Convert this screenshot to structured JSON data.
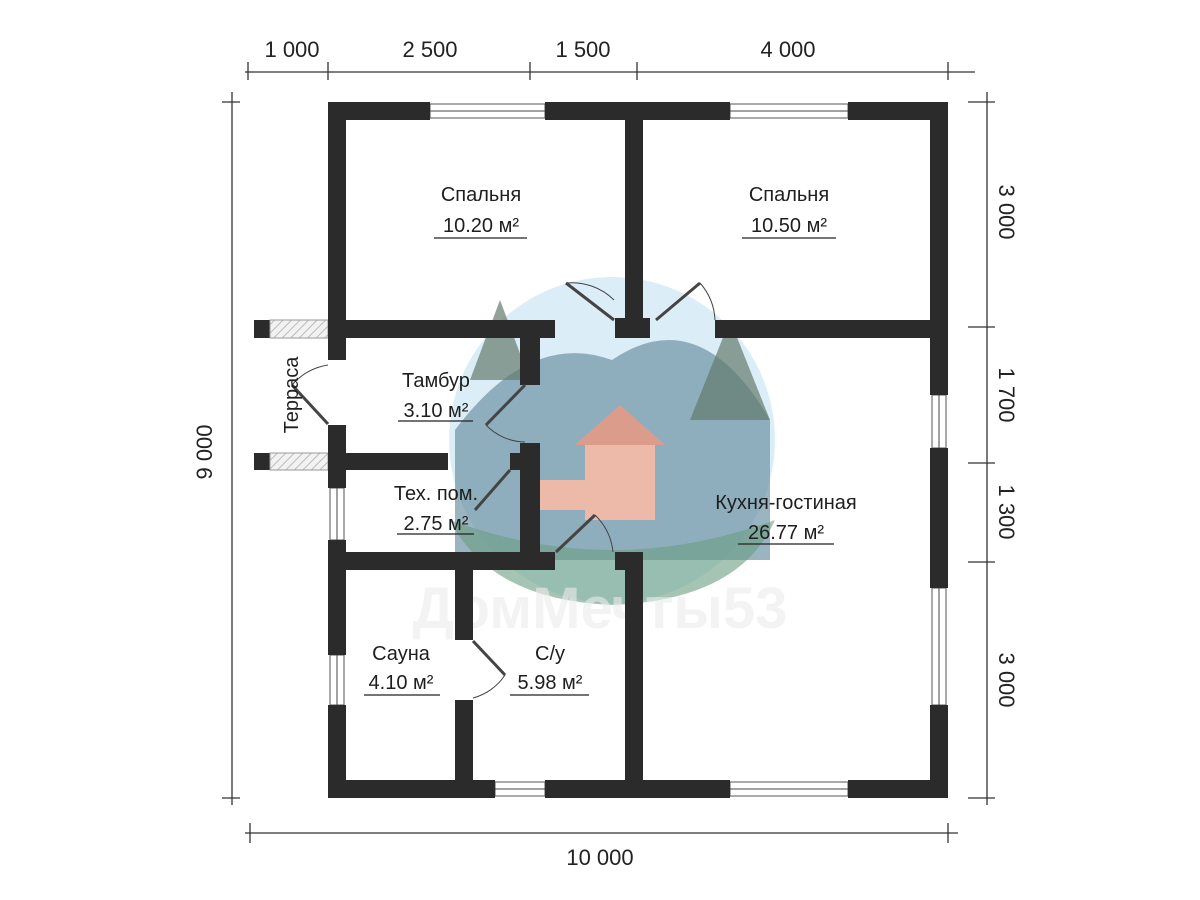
{
  "dimensions": {
    "top": [
      "1 000",
      "2 500",
      "1 500",
      "4 000"
    ],
    "right": [
      "3 000",
      "1 700",
      "1 300",
      "3 000"
    ],
    "left": "9 000",
    "bottom": "10 000"
  },
  "rooms": [
    {
      "name": "Спальня",
      "area": "10.20 м²"
    },
    {
      "name": "Спальня",
      "area": "10.50 м²"
    },
    {
      "name": "Тамбур",
      "area": "3.10 м²"
    },
    {
      "name": "Тех. пом.",
      "area": "2.75 м²"
    },
    {
      "name": "Кухня-гостиная",
      "area": "26.77 м²"
    },
    {
      "name": "Сауна",
      "area": "4.10 м²"
    },
    {
      "name": "С/у",
      "area": "5.98 м²"
    }
  ],
  "terrace_label": "Терраса",
  "watermark": "ДомМечты53",
  "colors": {
    "wall": "#2b2b2b",
    "logo": "#9fd3ea"
  }
}
